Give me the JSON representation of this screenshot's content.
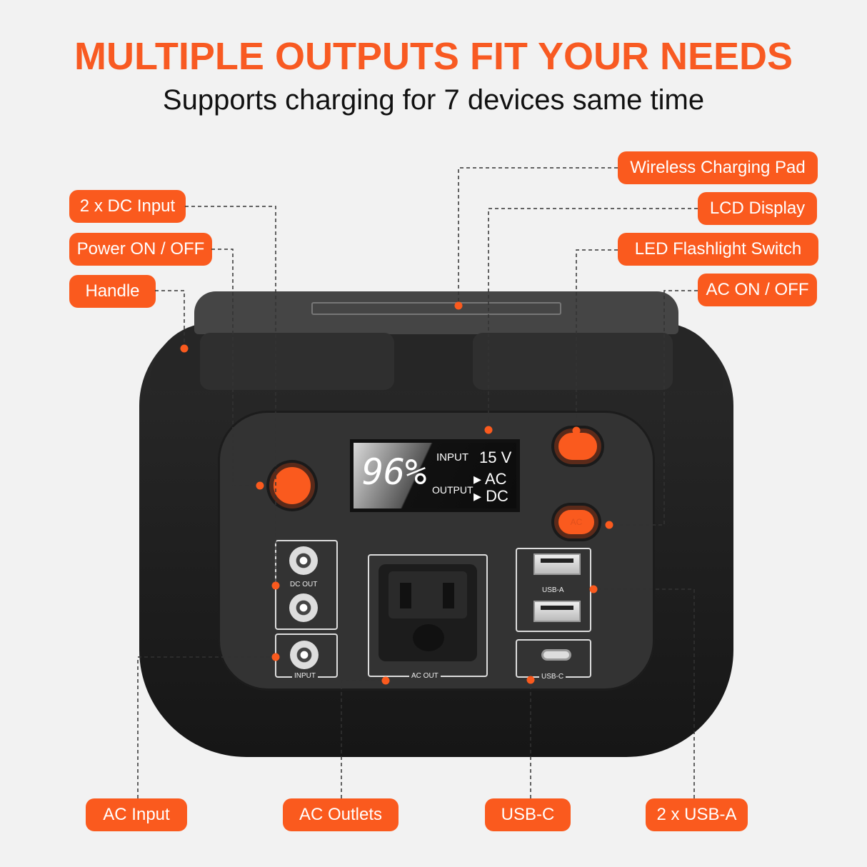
{
  "heading": {
    "title": "MULTIPLE OUTPUTS FIT YOUR NEEDS",
    "subtitle": "Supports charging for 7 devices same time"
  },
  "colors": {
    "accent": "#fa5a1e",
    "background": "#f2f2f2",
    "device": "#1e1e1e"
  },
  "callouts": {
    "wireless": "Wireless Charging Pad",
    "lcd": "LCD Display",
    "led": "LED Flashlight Switch",
    "ac_switch": "AC ON / OFF",
    "dc_input": "2 x DC Input",
    "power": "Power ON / OFF",
    "handle": "Handle",
    "ac_input": "AC Input",
    "ac_outlets": "AC Outlets",
    "usb_c": "USB-C",
    "usb_a": "2 x USB-A"
  },
  "lcd": {
    "percent": "96%",
    "input_label": "INPUT",
    "input_value": "15 V",
    "output_label": "OUTPUT",
    "out1": "▸ AC",
    "out2": "▸ DC"
  },
  "ports": {
    "dc_out": "DC OUT",
    "input": "INPUT",
    "ac_out": "AC OUT",
    "usb_a": "USB-A",
    "usb_c": "USB-C",
    "ac_button": "AC"
  }
}
